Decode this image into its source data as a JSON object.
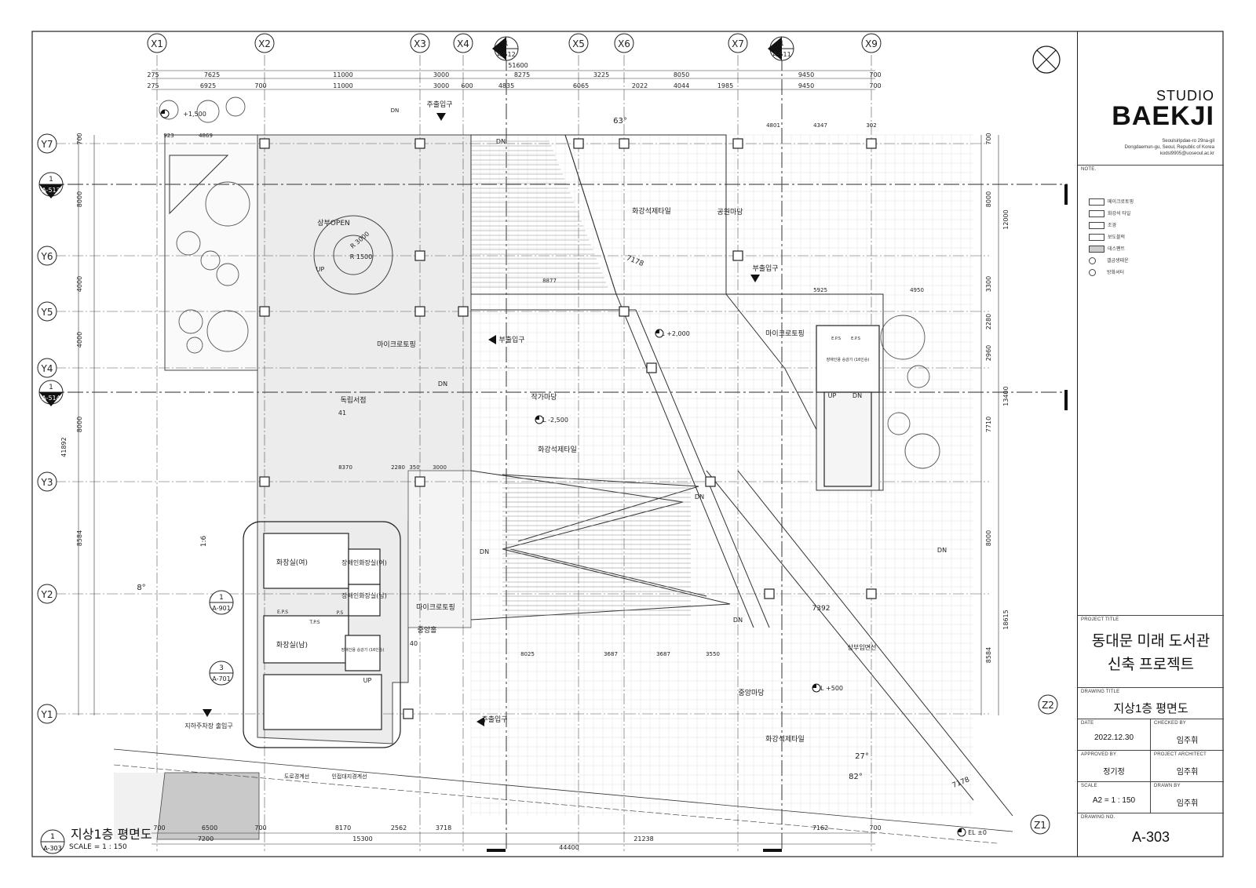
{
  "brand": {
    "studio": "STUDIO",
    "name": "BAEKJI",
    "address": [
      "Seoulsiripdae-ro 29na-gil",
      "Dongdaemun-gu, Seoul, Republic of Korea",
      "kodsl9905@uoseoul.ac.kr"
    ]
  },
  "legend": {
    "title": "NOTE.",
    "items": [
      "메이크로토핑",
      "화강석 타일",
      "조경",
      "보도블럭",
      "데스팬트",
      "갤금생태운",
      "방화셔터"
    ]
  },
  "project": {
    "label": "PROJECT TITLE",
    "title_line1": "동대문 미래 도서관",
    "title_line2": "신축 프로젝트"
  },
  "drawing": {
    "label": "DRAWING TITLE",
    "title": "지상1층 평면도",
    "date_label": "DATE",
    "date": "2022.12.30",
    "checked_label": "CHECKED BY",
    "checked": "임주휘",
    "approved_label": "APPROVED BY",
    "approved": "정기정",
    "architect_label": "PROJECT ARCHITECT",
    "architect": "임주휘",
    "scale_label": "SCALE",
    "scale": "A2 = 1 : 150",
    "drawn_label": "DRAWN BY",
    "drawn": "임주휘",
    "no_label": "DRAWING NO.",
    "no": "A-303"
  },
  "plan_caption": {
    "title": "지상1층 평면도",
    "scale": "SCALE = 1 : 150",
    "ref_num": "1",
    "ref_sheet": "A-303"
  },
  "grid_x": [
    "X1",
    "X2",
    "X3",
    "X4",
    "X5",
    "X6",
    "X7",
    "X9"
  ],
  "grid_y": [
    "Y7",
    "Y6",
    "Y5",
    "Y4",
    "Y3",
    "Y2",
    "Y1"
  ],
  "grid_z": [
    "Z2",
    "Z1"
  ],
  "sections": {
    "top_left": {
      "num": "1",
      "sheet": "A-512"
    },
    "top_right": {
      "num": "1",
      "sheet": "A-511"
    },
    "left_top": {
      "num": "1",
      "sheet": "A-513"
    },
    "left_mid": {
      "num": "1",
      "sheet": "A-514"
    },
    "detail_1": {
      "num": "1",
      "sheet": "A-901"
    },
    "detail_3": {
      "num": "3",
      "sheet": "A-701"
    }
  },
  "dims_top_total": "51600",
  "dims_top_row1": [
    "275",
    "7625",
    "11000",
    "3000",
    "8275",
    "3225",
    "8050",
    "9450",
    "700"
  ],
  "dims_top_row2": [
    "275",
    "6925",
    "700",
    "11000",
    "3000",
    "600",
    "4835",
    "6065",
    "2022",
    "4044",
    "1985",
    "9450",
    "700"
  ],
  "dims_bottom_row1": [
    "700",
    "6500",
    "700",
    "8170",
    "2562",
    "3718",
    "7162",
    "700"
  ],
  "dims_bottom_row2": [
    "7200",
    "15300",
    "21238"
  ],
  "dims_bottom_total": "44400",
  "dims_left": [
    "700",
    "8000",
    "4000",
    "4000",
    "8000",
    "8584"
  ],
  "dims_left_total": "41892",
  "dims_right": [
    "700",
    "8000",
    "3300",
    "2280",
    "2960",
    "7710",
    "8000",
    "8584"
  ],
  "dims_right_totals": [
    "12000",
    "13400",
    "18615"
  ],
  "rooms": {
    "upper_open": "상부OPEN",
    "radius1": "R 3000",
    "radius2": "R 1500",
    "micro_topping": "마이크로토핑",
    "micro_topping2": "마이크로토핑",
    "micro_topping3": "마이크로토핑",
    "granite1": "화강석제타일",
    "granite2": "화강석제타일",
    "granite3": "화강석제타일",
    "public_yard": "공원마당",
    "reading_yard": "작가마당",
    "central_yard": "중앙마당",
    "reading_room": "독립서점",
    "reading_room_no": "41",
    "central_hall": "중앙홀",
    "central_hall_no": "40",
    "toilet_f": "화장실(여)",
    "toilet_m": "화장실(남)",
    "toilet_acc_f": "장애인화장실(여)",
    "toilet_acc_m": "장애인화장실(남)",
    "eps": "E.P.S",
    "tps": "T.P.S",
    "ps": "P.S",
    "elevator": "장애인용 승강기 (16인승)",
    "elevator2": "장애인용 승강기 (16인승)",
    "main_entrance": "주출입구",
    "main_entrance2": "주출입구",
    "sub_entrance": "부출입구",
    "sub_entrance2": "부출입구",
    "parking_entrance": "지하주차장 출입구",
    "upper_line": "상부입면선",
    "road_line": "도로경계선",
    "site_line": "인접대지경계선",
    "slope": "1:6",
    "up": "UP",
    "dn": "DN"
  },
  "levels": {
    "el_top": "+1,500",
    "el_mid": "EL +2,000",
    "el_yard": "EL -2,500",
    "el_central": "EL +500",
    "el_zero": "EL ±0"
  },
  "angles": [
    "63°",
    "8°",
    "27°",
    "82°"
  ],
  "misc_dims": [
    "7178",
    "7392",
    "7178",
    "8877",
    "8370",
    "2280",
    "350",
    "3000",
    "8025",
    "3687",
    "3687",
    "3550",
    "5925",
    "4950",
    "4801",
    "4347",
    "302",
    "923",
    "4869"
  ]
}
